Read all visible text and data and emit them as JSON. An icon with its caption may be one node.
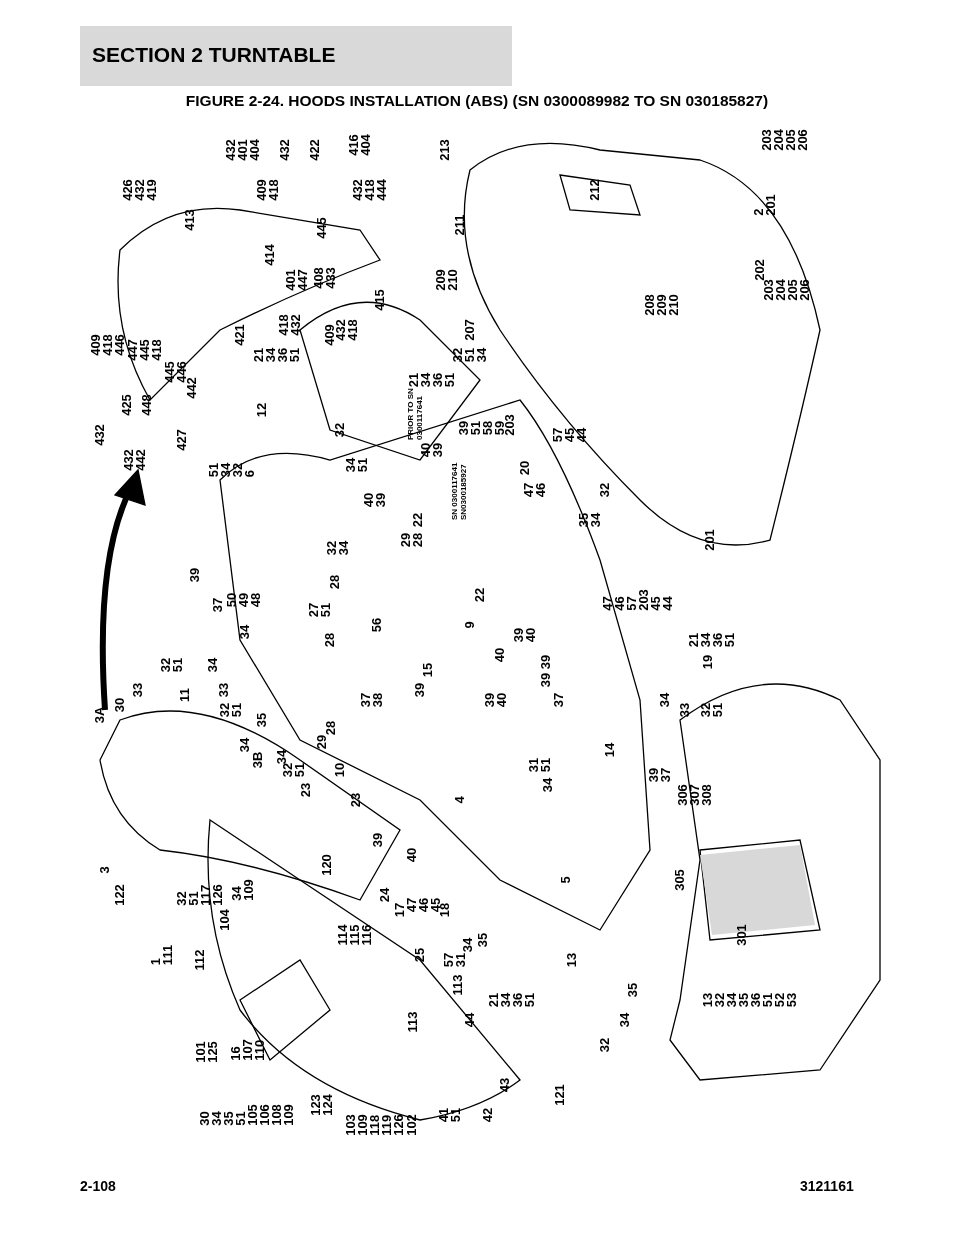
{
  "diagram": {
    "title": "FIGURE 2-24. HOODS INSTALLATION (ABS) (SN 0300089982 TO SN 030185827)",
    "labels": [
      "SECTION 2   TURNTABLE",
      "426 432 419",
      "413",
      "432 401 404",
      "409 418",
      "432",
      "422",
      "416 404",
      "432 418 444",
      "401 447",
      "445",
      "408 433",
      "414",
      "421",
      "418 432",
      "409",
      "432 418",
      "415",
      "409 418 446",
      "447 445 418",
      "445 446",
      "442",
      "425",
      "448",
      "432",
      "432 442",
      "427",
      "51 34 32 6",
      "12",
      "21 34 36 51",
      "32",
      "34 51",
      "PRIOR TO SN 0300117641",
      "SN 0300117641 SN0300185927",
      "40 39",
      "21 34 36 51",
      "32 51 34",
      "39 51 58 59",
      "203",
      "20",
      "57 45 44",
      "47 46",
      "32",
      "35 34",
      "32 34",
      "40 39",
      "22",
      "29 28",
      "28",
      "27 51",
      "56",
      "9",
      "22",
      "39 40",
      "40",
      "39",
      "47 46 57 203 45 44",
      "21 34 36 51",
      "19",
      "34",
      "33",
      "32 51",
      "39",
      "37",
      "50 49 48",
      "34",
      "32 51",
      "11",
      "3A",
      "30",
      "33",
      "34",
      "33",
      "32 51",
      "35",
      "34",
      "3B",
      "34",
      "32 51",
      "23",
      "29",
      "28",
      "28",
      "15",
      "37 38",
      "39",
      "39 40",
      "37",
      "39",
      "10",
      "23",
      "39",
      "40",
      "4",
      "31 51",
      "34",
      "14",
      "39 37",
      "3",
      "122",
      "32 51 117 126",
      "34 109",
      "120",
      "24",
      "17",
      "47 46 45",
      "18",
      "104",
      "1 111",
      "112",
      "114 115 116",
      "25",
      "57 31",
      "34",
      "35",
      "5",
      "13",
      "21 34 36 51",
      "113",
      "44",
      "113",
      "101 125",
      "16 107 110",
      "30 34 35 51 105 106 108 109",
      "123 124",
      "103 109 118 119 126",
      "102",
      "41 51",
      "42",
      "43",
      "121",
      "32",
      "34",
      "35",
      "13 32 34 35 36 51 52 53",
      "306 307 308",
      "305",
      "301",
      "2 201",
      "202",
      "203 204 205 206",
      "203 204 205 206",
      "208 209 210",
      "212",
      "213",
      "211",
      "209 210",
      "207",
      "201",
      "2-108",
      "3121161"
    ]
  }
}
